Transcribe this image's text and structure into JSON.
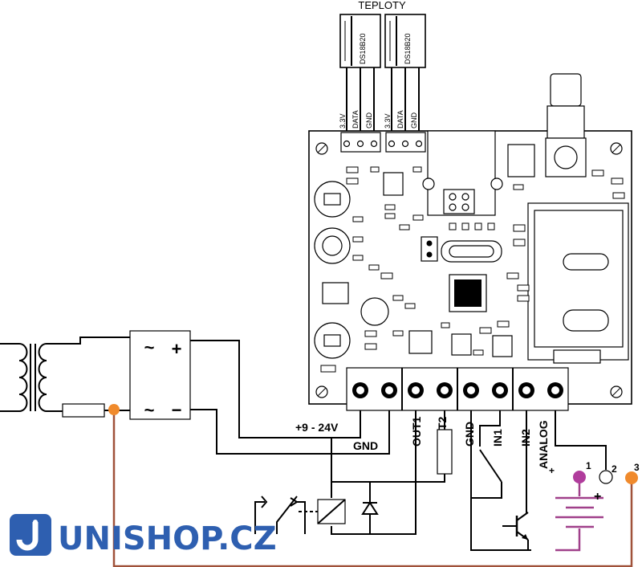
{
  "header": {
    "title": "TEPLOTY"
  },
  "sensors": [
    {
      "chip": "DS18B20",
      "pins": [
        "3.3V",
        "DATA",
        "GND"
      ]
    },
    {
      "chip": "DS18B20",
      "pins": [
        "3.3V",
        "DATA",
        "GND"
      ]
    }
  ],
  "terminals": [
    "OUT1",
    "OUT2",
    "GND",
    "IN1",
    "IN2",
    "ANALOG"
  ],
  "labels": {
    "supply": "+9 - 24V",
    "gnd": "GND",
    "analog_plus": "+",
    "battery_plus": "+",
    "pin1": "1",
    "pin2": "2",
    "pin3": "3",
    "rect_tilde_top": "~",
    "rect_tilde_bottom": "~",
    "rect_plus": "+",
    "rect_minus": "−"
  },
  "logo": {
    "text": "UNISHOP.CZ",
    "color": "#2e5fb0"
  },
  "colors": {
    "brown_wire": "#a0523a",
    "purple_wire": "#a0408a",
    "orange_node": "#f08a2c",
    "purple_node": "#b03c9c"
  }
}
